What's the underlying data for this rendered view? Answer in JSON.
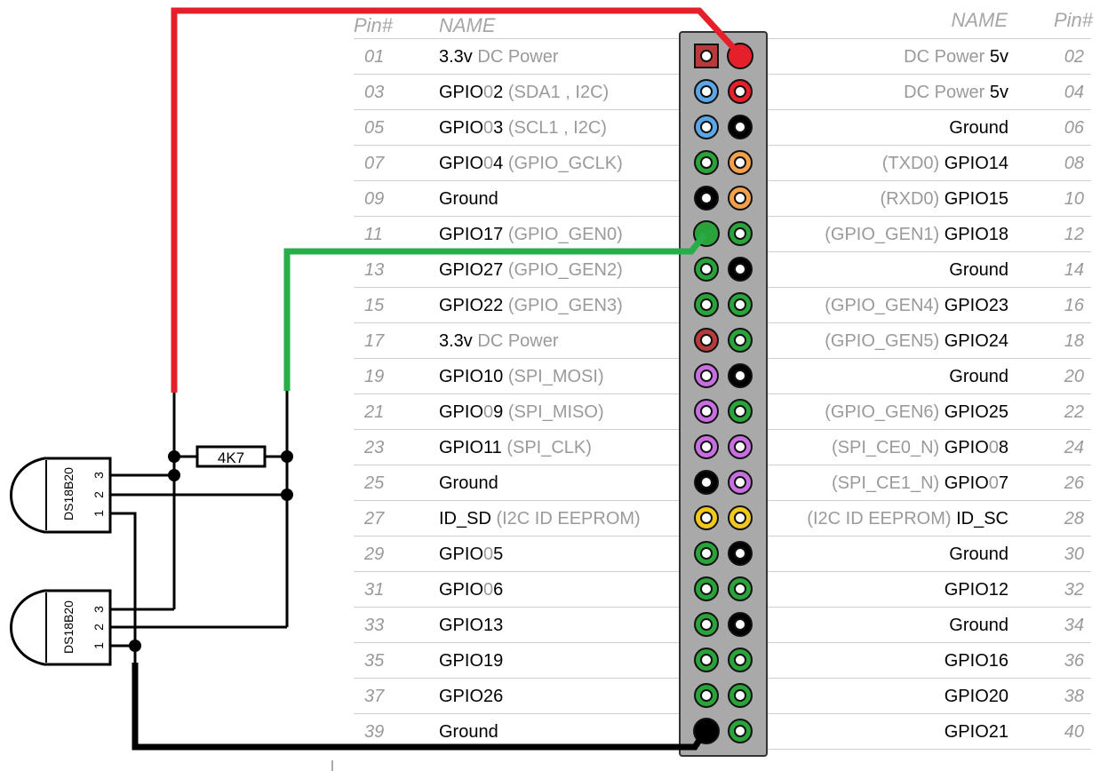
{
  "header": {
    "left_pin": "Pin#",
    "left_name": "NAME",
    "right_name": "NAME",
    "right_pin": "Pin#"
  },
  "colors": {
    "power33": "#b83a3a",
    "power5": "#e5202a",
    "i2c": "#5aa6e6",
    "ground": "#000000",
    "gpio": "#29a33a",
    "uart": "#f5a04a",
    "spi": "#c86ee0",
    "eeprom": "#f2c81e",
    "wire_red": "#e5202a",
    "wire_green": "#27ae4a",
    "wire_black": "#000000",
    "header_fill": "#a9a9a9"
  },
  "rows": [
    {
      "lp": "01",
      "ln": [
        [
          "3.3v",
          0
        ],
        [
          " DC Power",
          1
        ]
      ],
      "lc": "power33",
      "lsq": true,
      "rp": "02",
      "rn": [
        [
          "DC Power ",
          1
        ],
        [
          "5v",
          0
        ]
      ],
      "rc": "power5",
      "rbig": true
    },
    {
      "lp": "03",
      "ln": [
        [
          "GPIO",
          0
        ],
        [
          "0",
          1
        ],
        [
          "2",
          0
        ],
        [
          " (SDA1 , I2C)",
          1
        ]
      ],
      "lc": "i2c",
      "rp": "04",
      "rn": [
        [
          "DC Power ",
          1
        ],
        [
          "5v",
          0
        ]
      ],
      "rc": "power5"
    },
    {
      "lp": "05",
      "ln": [
        [
          "GPIO",
          0
        ],
        [
          "0",
          1
        ],
        [
          "3",
          0
        ],
        [
          " (SCL1 , I2C)",
          1
        ]
      ],
      "lc": "i2c",
      "rp": "06",
      "rn": [
        [
          "Ground",
          0
        ]
      ],
      "rc": "ground"
    },
    {
      "lp": "07",
      "ln": [
        [
          "GPIO",
          0
        ],
        [
          "0",
          1
        ],
        [
          "4",
          0
        ],
        [
          " (GPIO_GCLK)",
          1
        ]
      ],
      "lc": "gpio",
      "rp": "08",
      "rn": [
        [
          "(TXD0) ",
          1
        ],
        [
          "GPIO14",
          0
        ]
      ],
      "rc": "uart"
    },
    {
      "lp": "09",
      "ln": [
        [
          "Ground",
          0
        ]
      ],
      "lc": "ground",
      "rp": "10",
      "rn": [
        [
          "(RXD0) ",
          1
        ],
        [
          "GPIO15",
          0
        ]
      ],
      "rc": "uart"
    },
    {
      "lp": "11",
      "ln": [
        [
          "GPIO17",
          0
        ],
        [
          " (GPIO_GEN0)",
          1
        ]
      ],
      "lc": "gpio",
      "lbig": true,
      "rp": "12",
      "rn": [
        [
          "(GPIO_GEN1) ",
          1
        ],
        [
          "GPIO18",
          0
        ]
      ],
      "rc": "gpio"
    },
    {
      "lp": "13",
      "ln": [
        [
          "GPIO27",
          0
        ],
        [
          " (GPIO_GEN2)",
          1
        ]
      ],
      "lc": "gpio",
      "rp": "14",
      "rn": [
        [
          "Ground",
          0
        ]
      ],
      "rc": "ground"
    },
    {
      "lp": "15",
      "ln": [
        [
          "GPIO22",
          0
        ],
        [
          " (GPIO_GEN3)",
          1
        ]
      ],
      "lc": "gpio",
      "rp": "16",
      "rn": [
        [
          "(GPIO_GEN4) ",
          1
        ],
        [
          "GPIO23",
          0
        ]
      ],
      "rc": "gpio"
    },
    {
      "lp": "17",
      "ln": [
        [
          "3.3v",
          0
        ],
        [
          " DC Power",
          1
        ]
      ],
      "lc": "power33",
      "rp": "18",
      "rn": [
        [
          "(GPIO_GEN5) ",
          1
        ],
        [
          "GPIO24",
          0
        ]
      ],
      "rc": "gpio"
    },
    {
      "lp": "19",
      "ln": [
        [
          "GPIO10",
          0
        ],
        [
          " (SPI_MOSI)",
          1
        ]
      ],
      "lc": "spi",
      "rp": "20",
      "rn": [
        [
          "Ground",
          0
        ]
      ],
      "rc": "ground"
    },
    {
      "lp": "21",
      "ln": [
        [
          "GPIO",
          0
        ],
        [
          "0",
          1
        ],
        [
          "9",
          0
        ],
        [
          " (SPI_MISO)",
          1
        ]
      ],
      "lc": "spi",
      "rp": "22",
      "rn": [
        [
          "(GPIO_GEN6) ",
          1
        ],
        [
          "GPIO25",
          0
        ]
      ],
      "rc": "gpio"
    },
    {
      "lp": "23",
      "ln": [
        [
          "GPIO11",
          0
        ],
        [
          " (SPI_CLK)",
          1
        ]
      ],
      "lc": "spi",
      "rp": "24",
      "rn": [
        [
          "(SPI_CE0_N) ",
          1
        ],
        [
          "GPIO",
          0
        ],
        [
          "0",
          1
        ],
        [
          "8",
          0
        ]
      ],
      "rc": "spi"
    },
    {
      "lp": "25",
      "ln": [
        [
          "Ground",
          0
        ]
      ],
      "lc": "ground",
      "rp": "26",
      "rn": [
        [
          "(SPI_CE1_N) ",
          1
        ],
        [
          "GPIO",
          0
        ],
        [
          "0",
          1
        ],
        [
          "7",
          0
        ]
      ],
      "rc": "spi"
    },
    {
      "lp": "27",
      "ln": [
        [
          "ID_SD",
          0
        ],
        [
          " (I2C ID EEPROM)",
          1
        ]
      ],
      "lc": "eeprom",
      "rp": "28",
      "rn": [
        [
          "(I2C ID EEPROM) ",
          1
        ],
        [
          "ID_SC",
          0
        ]
      ],
      "rc": "eeprom"
    },
    {
      "lp": "29",
      "ln": [
        [
          "GPIO",
          0
        ],
        [
          "0",
          1
        ],
        [
          "5",
          0
        ]
      ],
      "lc": "gpio",
      "rp": "30",
      "rn": [
        [
          "Ground",
          0
        ]
      ],
      "rc": "ground"
    },
    {
      "lp": "31",
      "ln": [
        [
          "GPIO",
          0
        ],
        [
          "0",
          1
        ],
        [
          "6",
          0
        ]
      ],
      "lc": "gpio",
      "rp": "32",
      "rn": [
        [
          "GPIO12",
          0
        ]
      ],
      "rc": "gpio"
    },
    {
      "lp": "33",
      "ln": [
        [
          "GPIO13",
          0
        ]
      ],
      "lc": "gpio",
      "rp": "34",
      "rn": [
        [
          "Ground",
          0
        ]
      ],
      "rc": "ground"
    },
    {
      "lp": "35",
      "ln": [
        [
          "GPIO19",
          0
        ]
      ],
      "lc": "gpio",
      "rp": "36",
      "rn": [
        [
          "GPIO16",
          0
        ]
      ],
      "rc": "gpio"
    },
    {
      "lp": "37",
      "ln": [
        [
          "GPIO26",
          0
        ]
      ],
      "lc": "gpio",
      "rp": "38",
      "rn": [
        [
          "GPIO20",
          0
        ]
      ],
      "rc": "gpio"
    },
    {
      "lp": "39",
      "ln": [
        [
          "Ground",
          0
        ]
      ],
      "lc": "ground",
      "lbig": true,
      "rp": "40",
      "rn": [
        [
          "GPIO21",
          0
        ]
      ],
      "rc": "gpio"
    }
  ],
  "circuit": {
    "resistor_label": "4K7",
    "sensors": [
      {
        "label": "DS18B20",
        "pins": [
          "3",
          "2",
          "1"
        ]
      },
      {
        "label": "DS18B20",
        "pins": [
          "3",
          "2",
          "1"
        ]
      }
    ]
  }
}
